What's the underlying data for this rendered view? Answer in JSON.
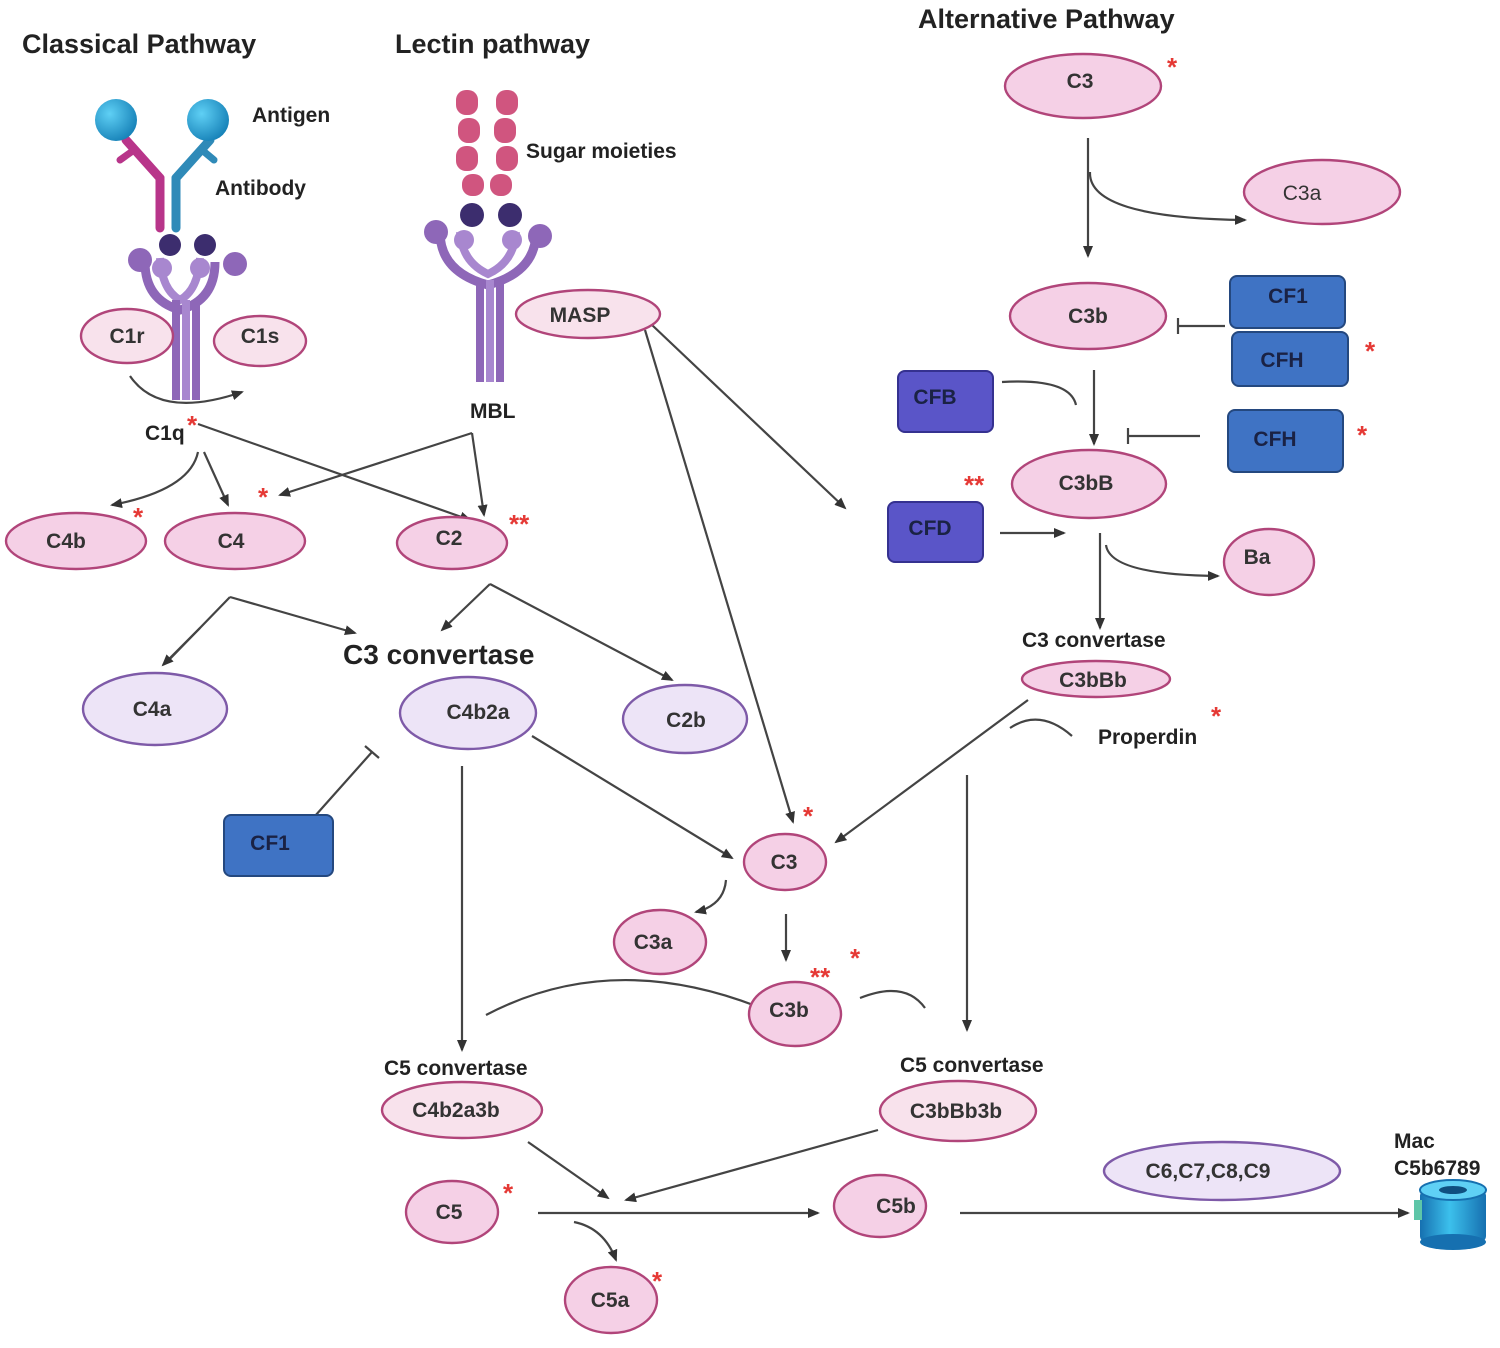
{
  "titles": {
    "classical": "Classical Pathway",
    "lectin": "Lectin pathway",
    "alternative": "Alternative Pathway"
  },
  "labels": {
    "antigen": "Antigen",
    "antibody": "Antibody",
    "sugar": "Sugar moieties",
    "mbl": "MBL",
    "c1q": "C1q",
    "c3_convertase_big": "C3 convertase",
    "c3_convertase_alt": "C3 convertase",
    "properdin": "Properdin",
    "c5_convertase_left": "C5 convertase",
    "c5_convertase_right": "C5 convertase",
    "mac_line1": "Mac",
    "mac_line2": "C5b6789"
  },
  "nodes": {
    "c1r": "C1r",
    "c1s": "C1s",
    "masp": "MASP",
    "c4b": "C4b",
    "c4": "C4",
    "c2": "C2",
    "c4a": "C4a",
    "c4b2a": "C4b2a",
    "c2b": "C2b",
    "c3_alt": "C3",
    "c3a_alt": "C3a",
    "c3b_alt": "C3b",
    "c3bb": "C3bB",
    "ba": "Ba",
    "c3bbb": "C3bBb",
    "c3_mid": "C3",
    "c3a_mid": "C3a",
    "c3b_mid": "C3b",
    "c4b2a3b": "C4b2a3b",
    "c3bbb3b": "C3bBb3b",
    "c5": "C5",
    "c5b": "C5b",
    "c5a": "C5a",
    "c6789": "C6,C7,C8,C9"
  },
  "boxes": {
    "cf1_alt": "CF1",
    "cfh_top": "CFH",
    "cfb": "CFB",
    "cfh_mid": "CFH",
    "cfd": "CFD",
    "cf1_left": "CF1"
  },
  "markers": {
    "single": "*",
    "double": "**"
  },
  "colors": {
    "pink_fill": "#f5d0e6",
    "pink_stroke": "#b1457a",
    "lilac_fill": "#ede4f7",
    "lilac_stroke": "#7e5aa8",
    "blue_box": "#3f73c4",
    "purple_box": "#5a55c8",
    "asterisk": "#e53935"
  }
}
